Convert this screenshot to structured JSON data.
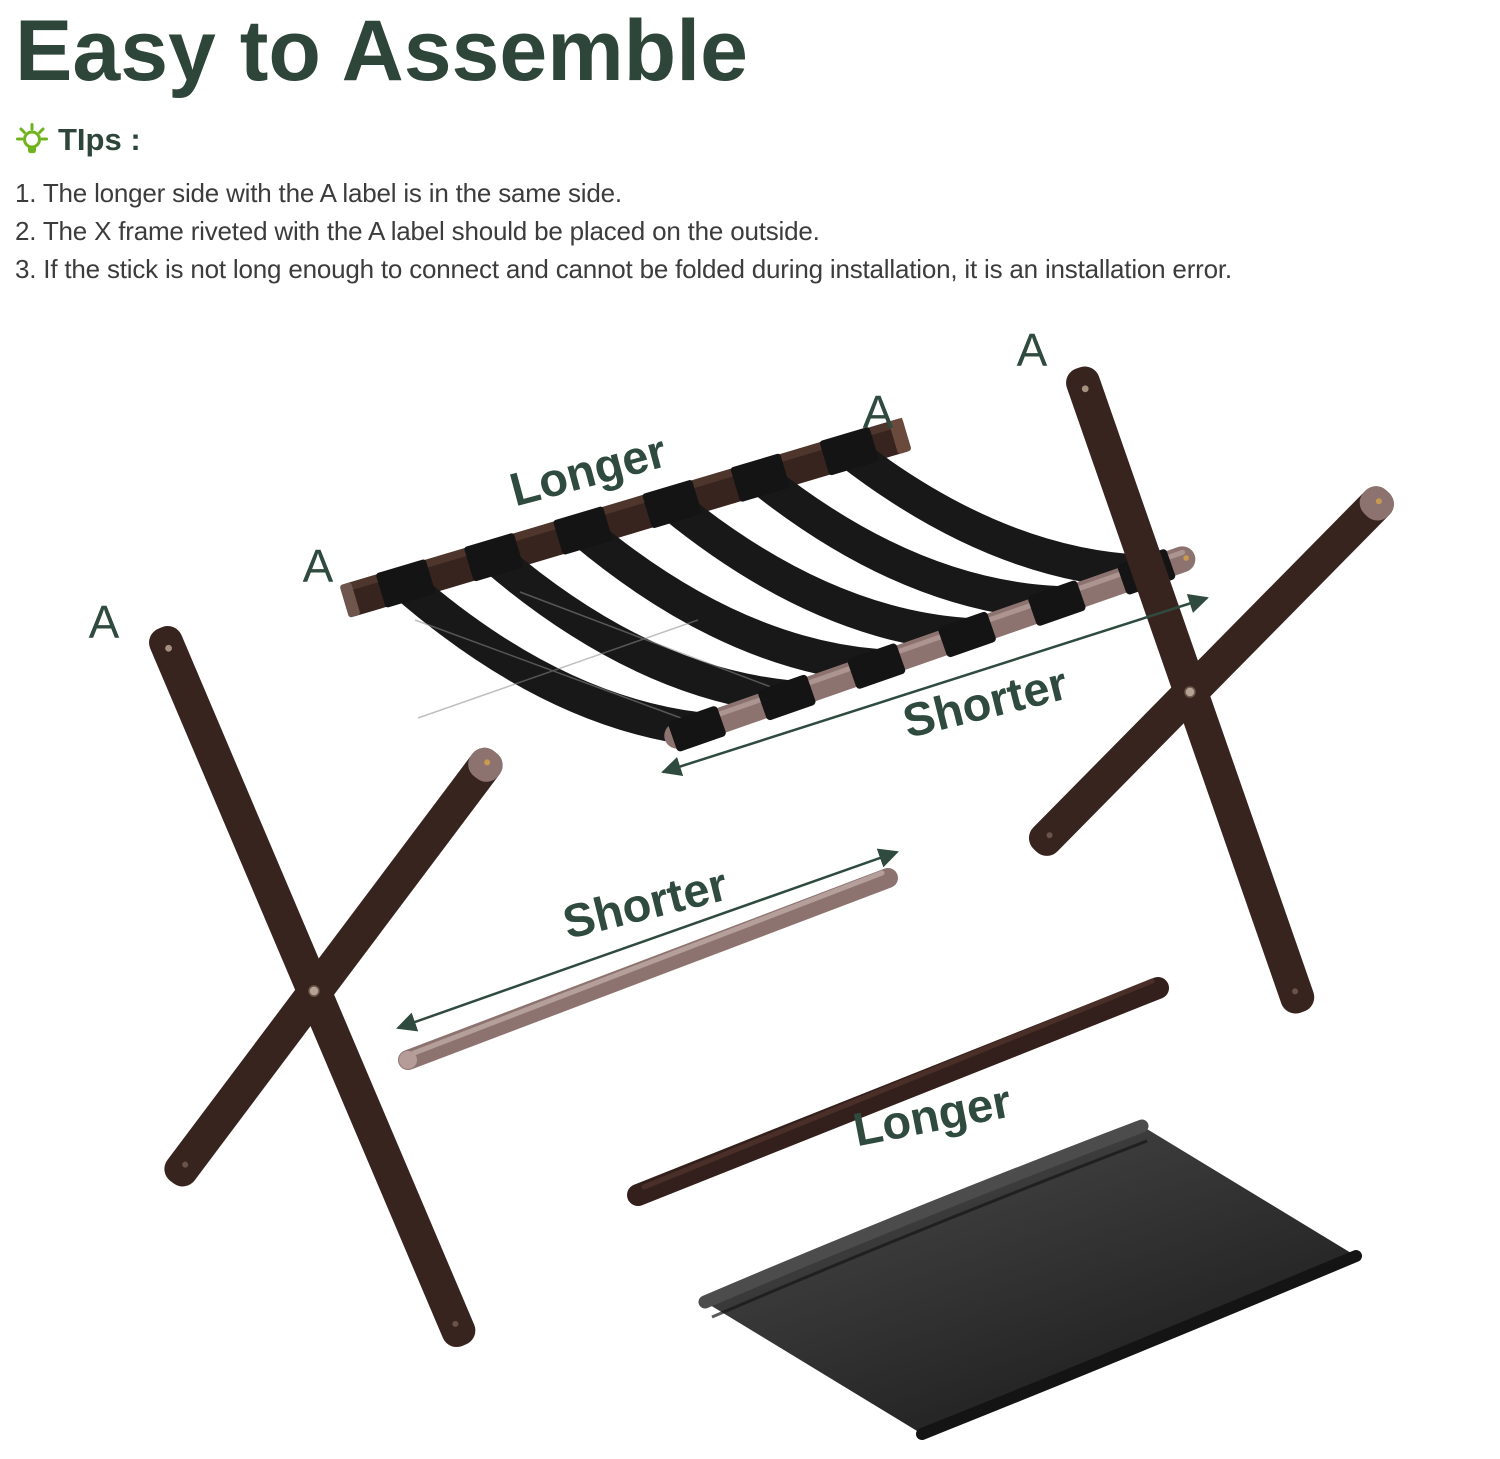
{
  "header": {
    "title": "Easy to Assemble",
    "tips_label": "TIps :",
    "tips": [
      "1. The longer side with the A label is in the same side.",
      "2. The X frame riveted with the A label should be placed on the outside.",
      "3. If the stick is not long enough to connect and cannot be folded during installation, it is an installation error."
    ]
  },
  "diagram": {
    "labels": {
      "longer_top": "Longer",
      "shorter_top": "Shorter",
      "shorter_mid": "Shorter",
      "longer_bottom": "Longer",
      "marker_a": "A"
    },
    "parts": [
      "top-shelf-with-straps",
      "right-x-frame",
      "left-x-frame",
      "short-pole",
      "long-pole",
      "fabric-panel"
    ]
  },
  "colors": {
    "title_green": "#2e4639",
    "accent_green": "#6fb41f",
    "label_green": "#2f4a3e",
    "text_dark": "#3c3c3c",
    "wood_dark": "#38241f",
    "wood_light": "#8d7370",
    "strap_black": "#181818",
    "fabric_gray": "#2e2e2e"
  }
}
